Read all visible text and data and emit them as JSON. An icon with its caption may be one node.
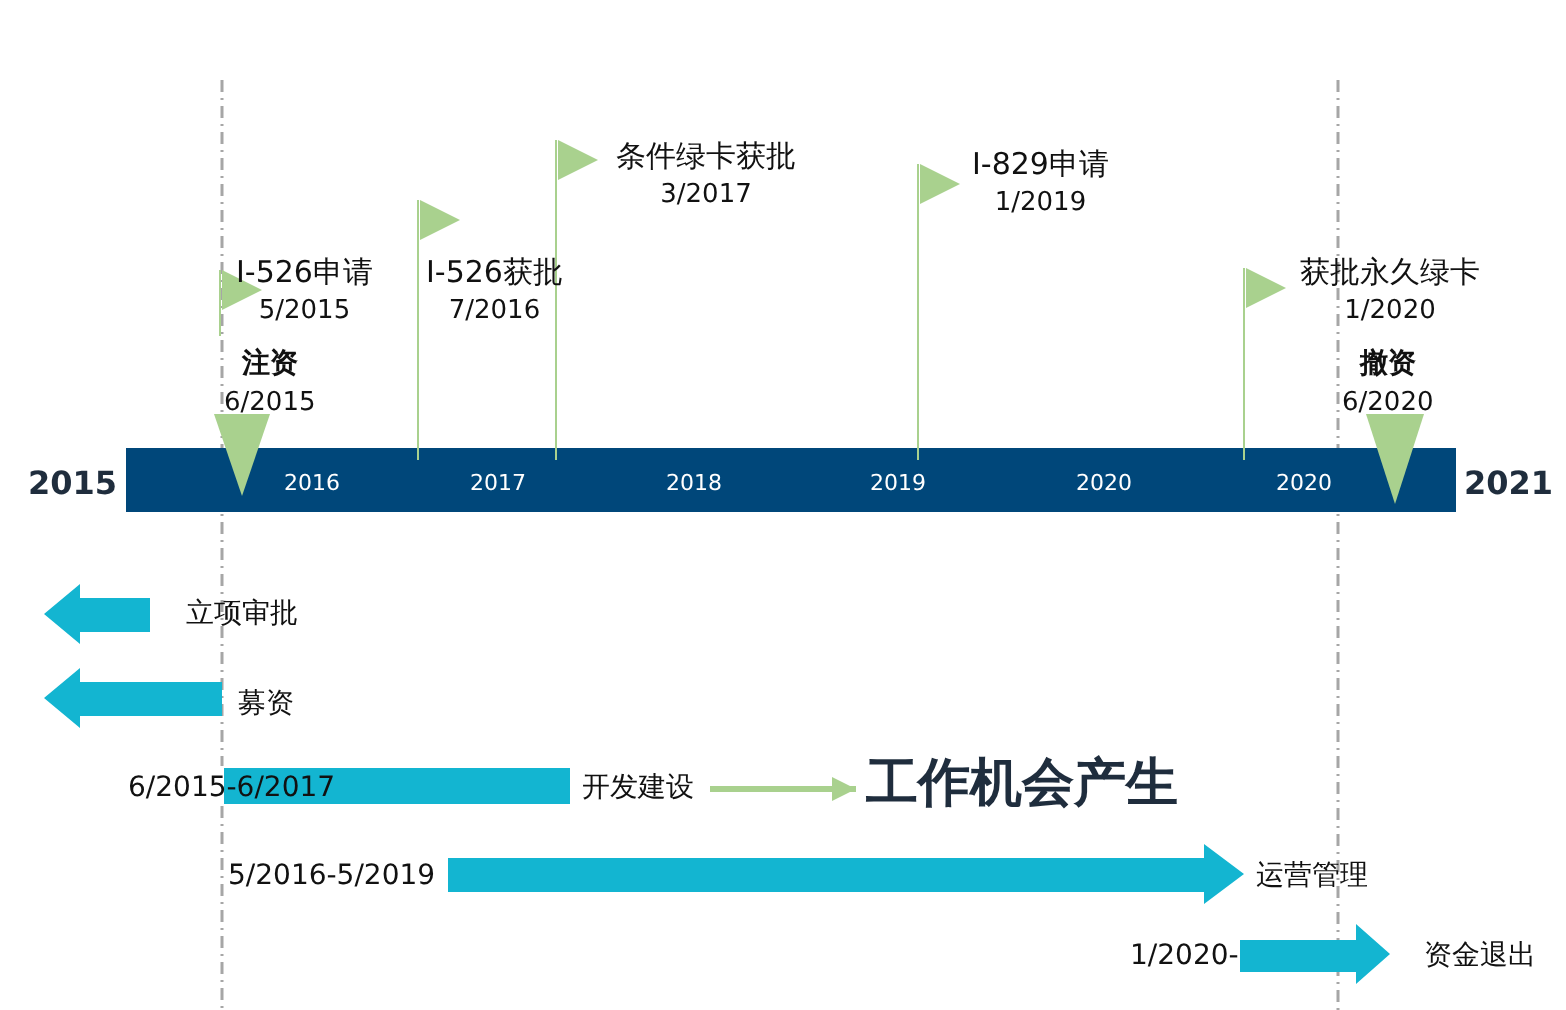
{
  "diagram": {
    "nodes": [
      {
        "text": [
          "I-526申请",
          "5/2015"
        ]
      },
      {
        "text": [
          "I-526获批",
          "7/2016"
        ]
      },
      {
        "text": [
          "条件绿卡获批",
          "3/2017"
        ]
      },
      {
        "text": [
          "I-829申请",
          "1/2019"
        ]
      },
      {
        "text": [
          "获批永久绿卡",
          "1/2020"
        ]
      },
      {
        "text": [
          "注资",
          "6/2015"
        ]
      },
      {
        "text": [
          "撤资",
          "6/2020"
        ]
      },
      {
        "text": [
          "开发建设"
        ]
      },
      {
        "text": [
          "工作机会产生"
        ]
      }
    ],
    "edges": [
      {
        "from": 7,
        "to": 8,
        "arrow": "to"
      }
    ],
    "labels": [
      "2015",
      "2016",
      "2017",
      "2018",
      "2019",
      "2020",
      "2020",
      "2021",
      "立项审批",
      "募资",
      "6/2015-6/2017",
      "5/2016-5/2019",
      "运营管理",
      "1/2020-",
      "资金退出"
    ]
  }
}
